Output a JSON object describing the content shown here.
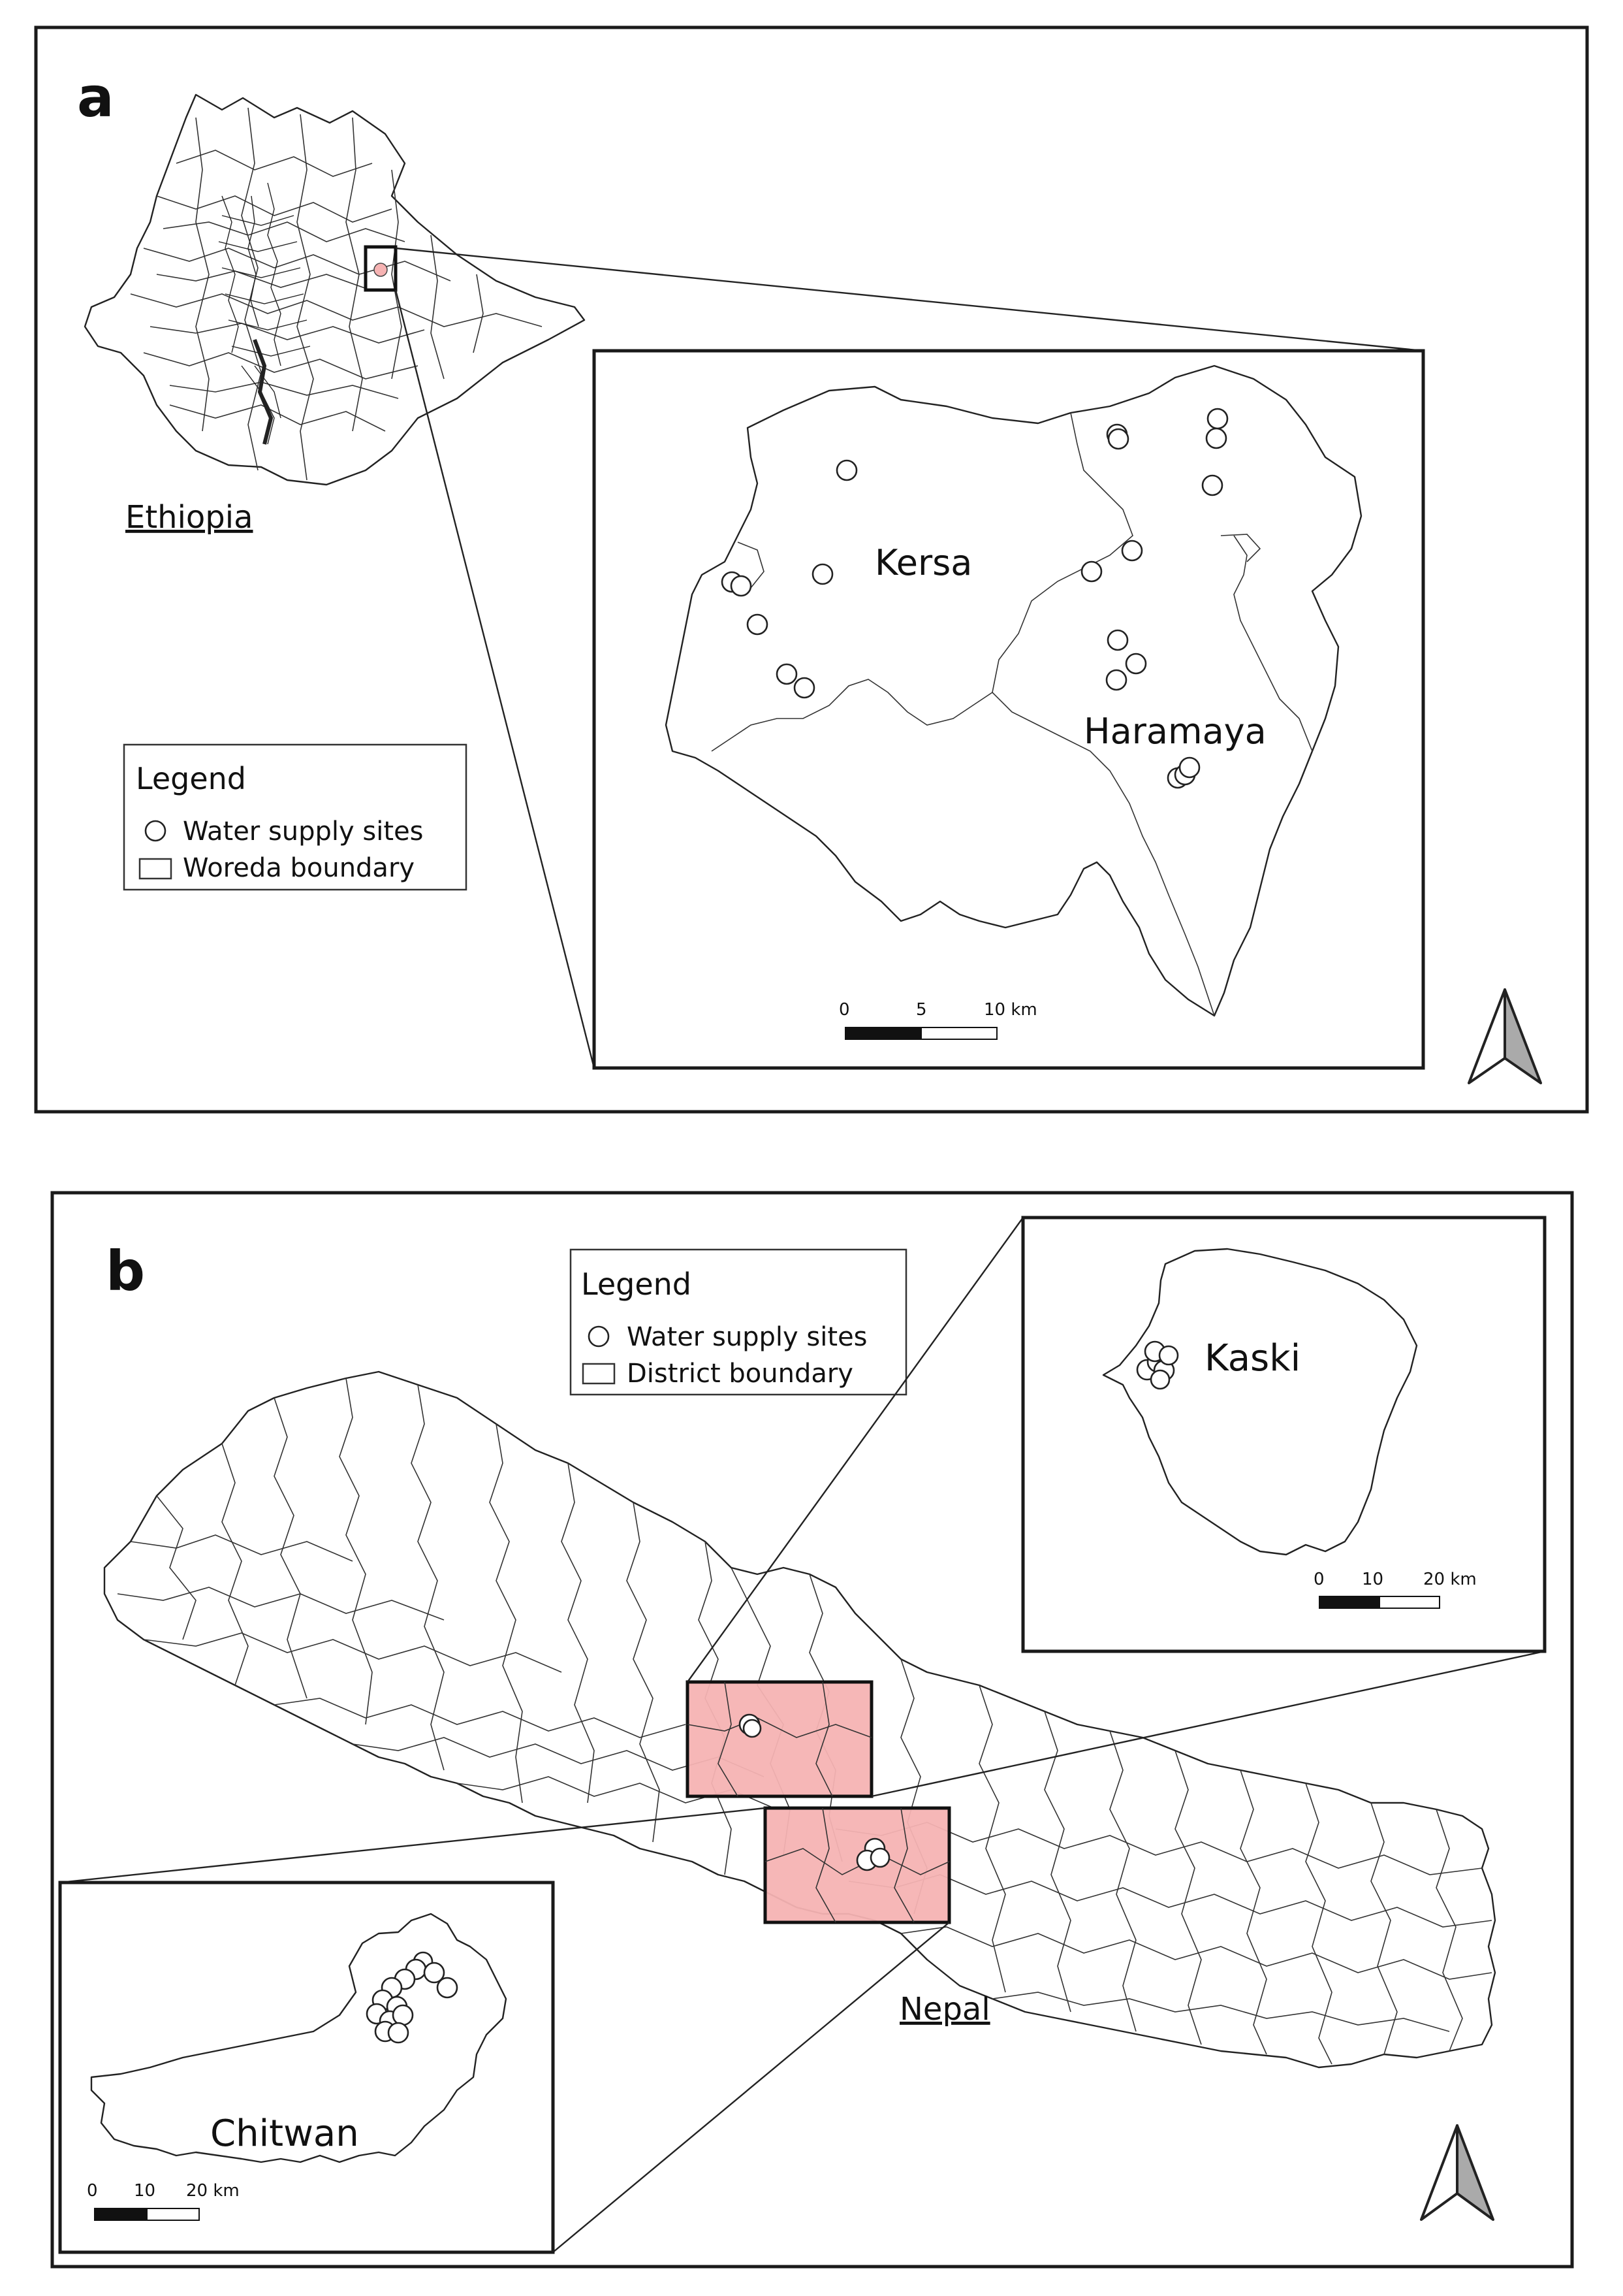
{
  "panel_a": {
    "letter": "a",
    "country_label": "Ethiopia",
    "legend": {
      "title": "Legend",
      "site_label": "Water supply sites",
      "boundary_label": "Woreda boundary"
    },
    "region_labels": [
      "Kersa",
      "Haramaya"
    ],
    "scale": {
      "ticks": [
        "0",
        "5",
        "10 km"
      ]
    }
  },
  "panel_b": {
    "letter": "b",
    "country_label": "Nepal",
    "legend": {
      "title": "Legend",
      "site_label": "Water supply sites",
      "boundary_label": "District boundary"
    },
    "inset_kaski": {
      "label": "Kaski",
      "scale": {
        "ticks": [
          "0",
          "10",
          "20 km"
        ]
      }
    },
    "inset_chitwan": {
      "label": "Chitwan",
      "scale": {
        "ticks": [
          "0",
          "10",
          "20 km"
        ]
      }
    }
  },
  "colors": {
    "highlight": "#f6b3b3",
    "site_fill": "#ffffff",
    "outline": "#1a1a1a"
  },
  "icons": [
    "north-arrow-icon",
    "water-supply-site-icon",
    "boundary-swatch-icon"
  ]
}
